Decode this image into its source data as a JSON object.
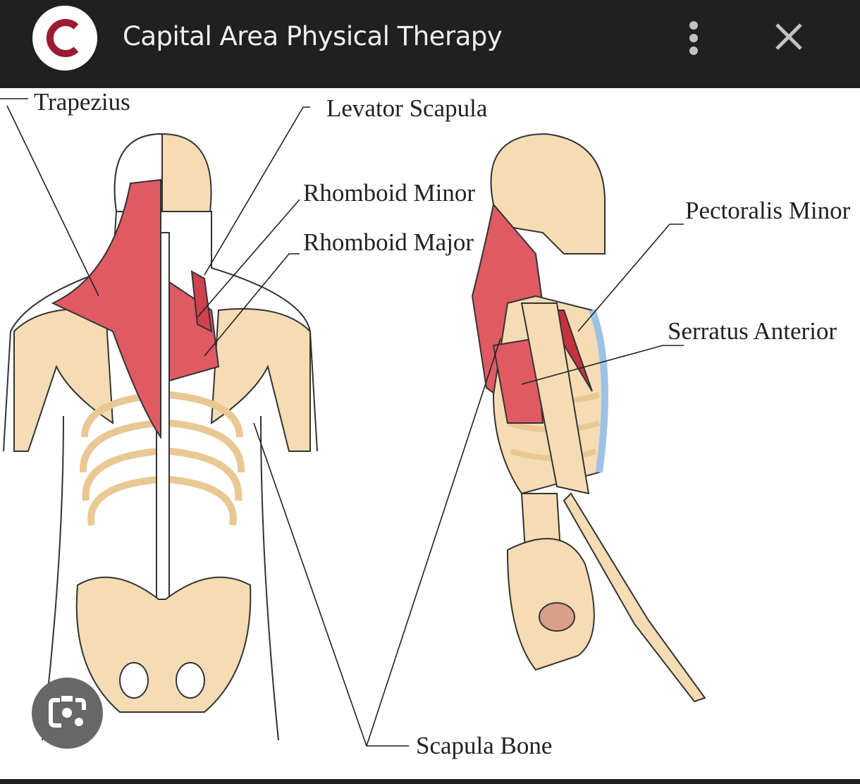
{
  "header": {
    "source_logo_letter": "C",
    "title": "Capital Area Physical Therapy",
    "menu_icon": "more-vert-icon",
    "close_icon": "close-icon"
  },
  "image": {
    "labels": {
      "trapezius": "Trapezius",
      "levator_scapula": "Levator Scapula",
      "rhomboid_minor": "Rhomboid Minor",
      "rhomboid_major": "Rhomboid Major",
      "pectoralis_minor": "Pectoralis Minor",
      "serratus_anterior": "Serratus Anterior",
      "scapula_bone": "Scapula Bone"
    }
  },
  "lens_button": {
    "icon": "google-lens-icon"
  },
  "colors": {
    "bar": "#202020",
    "brand": "#9b1b30",
    "bone": "#f6dcb4",
    "muscle": "#e05a64",
    "cartilage": "#cfe3f3"
  }
}
